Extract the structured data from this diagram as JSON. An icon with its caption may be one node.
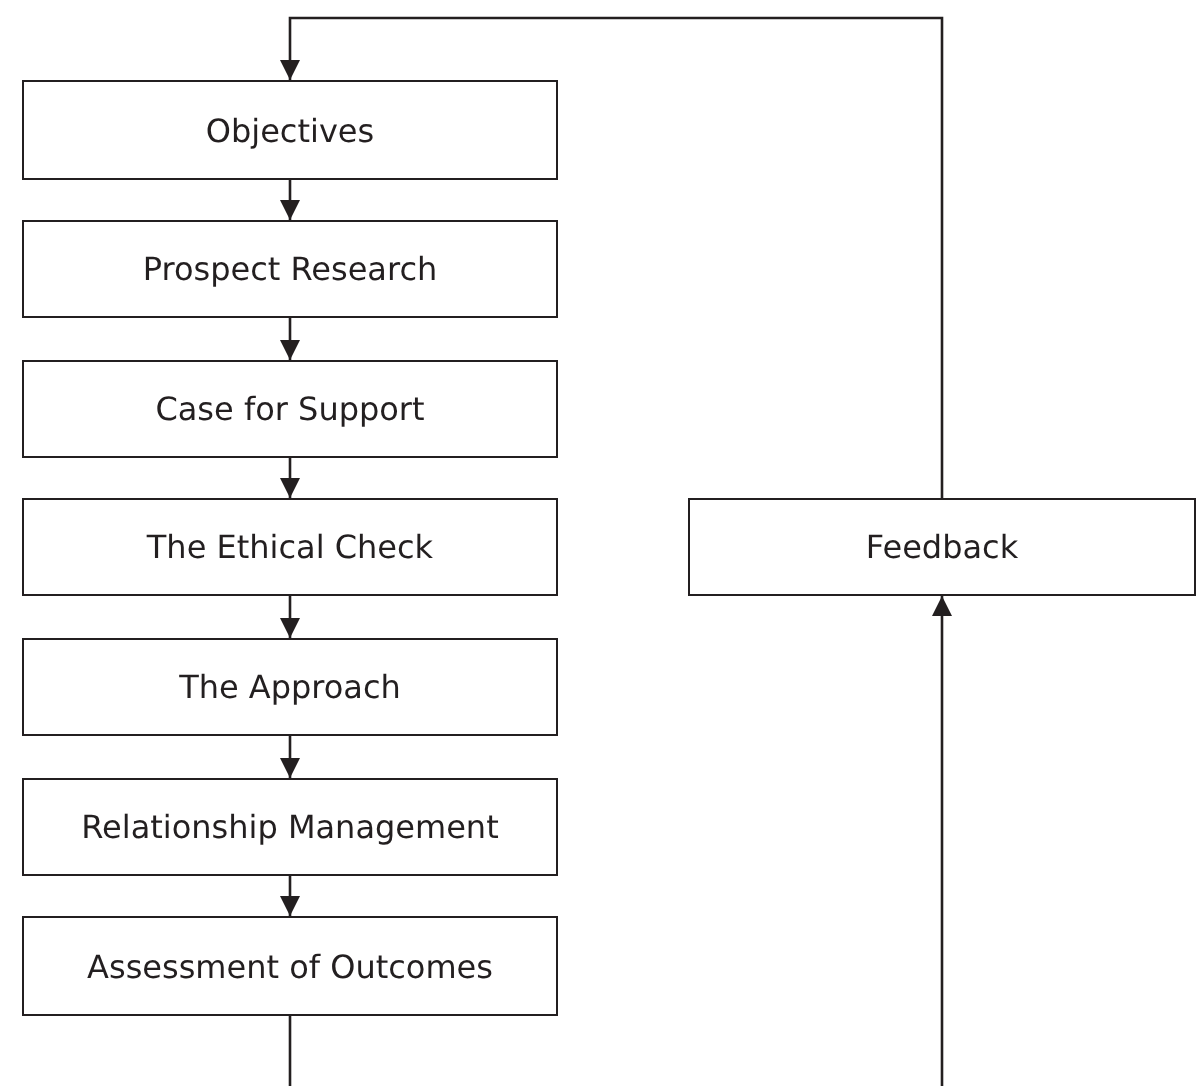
{
  "diagram": {
    "nodes": [
      {
        "text": [
          "Objectives"
        ]
      },
      {
        "text": [
          "Prospect Research"
        ]
      },
      {
        "text": [
          "Case for Support"
        ]
      },
      {
        "text": [
          "The Ethical Check"
        ]
      },
      {
        "text": [
          "The Approach"
        ]
      },
      {
        "text": [
          "Relationship Management"
        ]
      },
      {
        "text": [
          "Assessment of Outcomes"
        ]
      },
      {
        "text": [
          "Feedback"
        ]
      }
    ],
    "edges": [
      {
        "from": 0,
        "to": 1,
        "arrow": "to"
      },
      {
        "from": 1,
        "to": 2,
        "arrow": "to"
      },
      {
        "from": 2,
        "to": 3,
        "arrow": "to"
      },
      {
        "from": 3,
        "to": 4,
        "arrow": "to"
      },
      {
        "from": 4,
        "to": 5,
        "arrow": "to"
      },
      {
        "from": 5,
        "to": 6,
        "arrow": "to"
      },
      {
        "from": 7,
        "to": 0,
        "arrow": "to"
      },
      {
        "from": 6,
        "to": null,
        "arrow": "none"
      },
      {
        "from": null,
        "to": 7,
        "arrow": "to"
      }
    ]
  }
}
